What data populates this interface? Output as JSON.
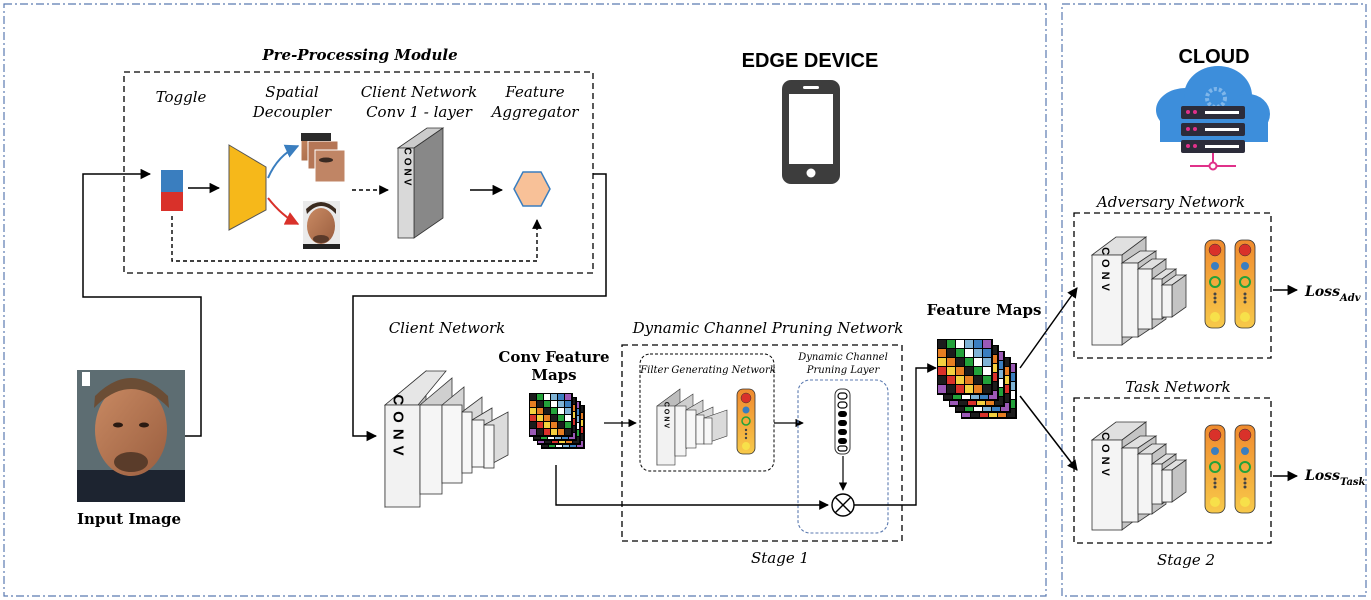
{
  "edge": {
    "title": "EDGE DEVICE",
    "preprocessing": {
      "title": "Pre-Processing Module",
      "toggle": "Toggle",
      "spatial_decoupler": [
        "Spatial",
        "Decoupler"
      ],
      "client_conv": [
        "Client Network",
        "Conv 1 - layer"
      ],
      "feature_aggregator": [
        "Feature",
        "Aggregator"
      ],
      "conv_text": "CONV"
    },
    "input_image": "Input Image",
    "client_network": "Client Network",
    "conv_label": "CONV",
    "conv_feature_maps": [
      "Conv Feature",
      "Maps"
    ],
    "dcpn": {
      "title": "Dynamic Channel Pruning Network",
      "filter_gen": "Filter Generating Network",
      "pruning_layer": [
        "Dynamic Channel",
        "Pruning Layer"
      ],
      "conv_small": "CONV",
      "stage": "Stage 1"
    },
    "feature_maps": "Feature Maps"
  },
  "cloud": {
    "title": "CLOUD",
    "adversary": "Adversary Network",
    "task": "Task Network",
    "conv_label": "CONV",
    "loss_adv": {
      "base": "Loss",
      "sub": "Adv"
    },
    "loss_task": {
      "base": "Loss",
      "sub": "Task"
    },
    "stage": "Stage 2"
  },
  "colors": {
    "panel_border": "#5b7ab0",
    "decoupler": "#f6b81a",
    "toggle_top": "#3a7ebf",
    "toggle_bottom": "#d9312a",
    "aggregator": "#f8c198",
    "fc_bar": "#f4a340",
    "arrow_blue": "#3a7ebf",
    "arrow_red": "#d9312a",
    "cloud_blue": "#3d8edb",
    "server_pink": "#e0318a"
  }
}
